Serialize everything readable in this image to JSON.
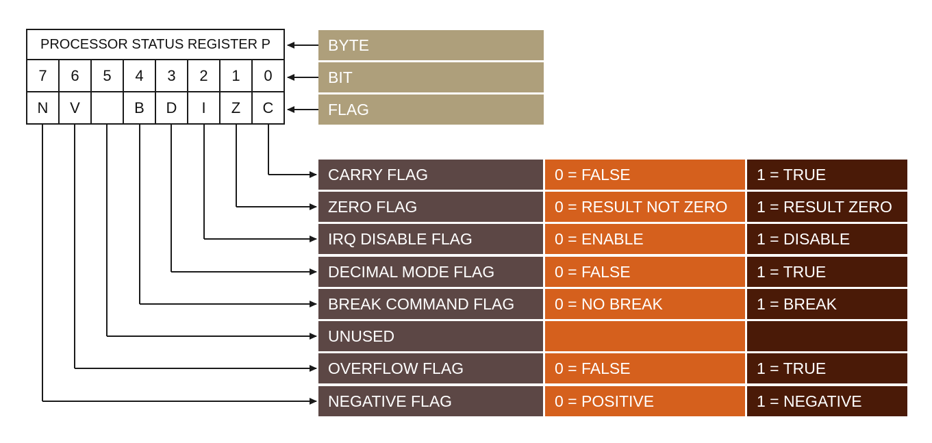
{
  "register": {
    "title": "PROCESSOR STATUS REGISTER P",
    "bits": [
      "7",
      "6",
      "5",
      "4",
      "3",
      "2",
      "1",
      "0"
    ],
    "flags": [
      "N",
      "V",
      "",
      "B",
      "D",
      "I",
      "Z",
      "C"
    ]
  },
  "labels": {
    "byte": "BYTE",
    "bit": "BIT",
    "flag": "FLAG"
  },
  "rows": [
    {
      "name": "CARRY FLAG",
      "zero": "0 = FALSE",
      "one": "1 = TRUE"
    },
    {
      "name": "ZERO FLAG",
      "zero": "0 = RESULT NOT ZERO",
      "one": "1 = RESULT ZERO"
    },
    {
      "name": "IRQ DISABLE FLAG",
      "zero": "0 = ENABLE",
      "one": "1 = DISABLE"
    },
    {
      "name": "DECIMAL MODE FLAG",
      "zero": "0 = FALSE",
      "one": "1 = TRUE"
    },
    {
      "name": "BREAK COMMAND FLAG",
      "zero": "0 = NO BREAK",
      "one": "1 = BREAK"
    },
    {
      "name": "UNUSED",
      "zero": "",
      "one": ""
    },
    {
      "name": "OVERFLOW FLAG",
      "zero": "0 = FALSE",
      "one": "1 = TRUE"
    },
    {
      "name": "NEGATIVE FLAG",
      "zero": "0 = POSITIVE",
      "one": "1 = NEGATIVE"
    }
  ],
  "colors": {
    "tan": "#ae9f7b",
    "name_col": "#5c4745",
    "zero_col": "#d5601d",
    "one_col": "#4a1a07",
    "line": "#1a1a1a"
  }
}
